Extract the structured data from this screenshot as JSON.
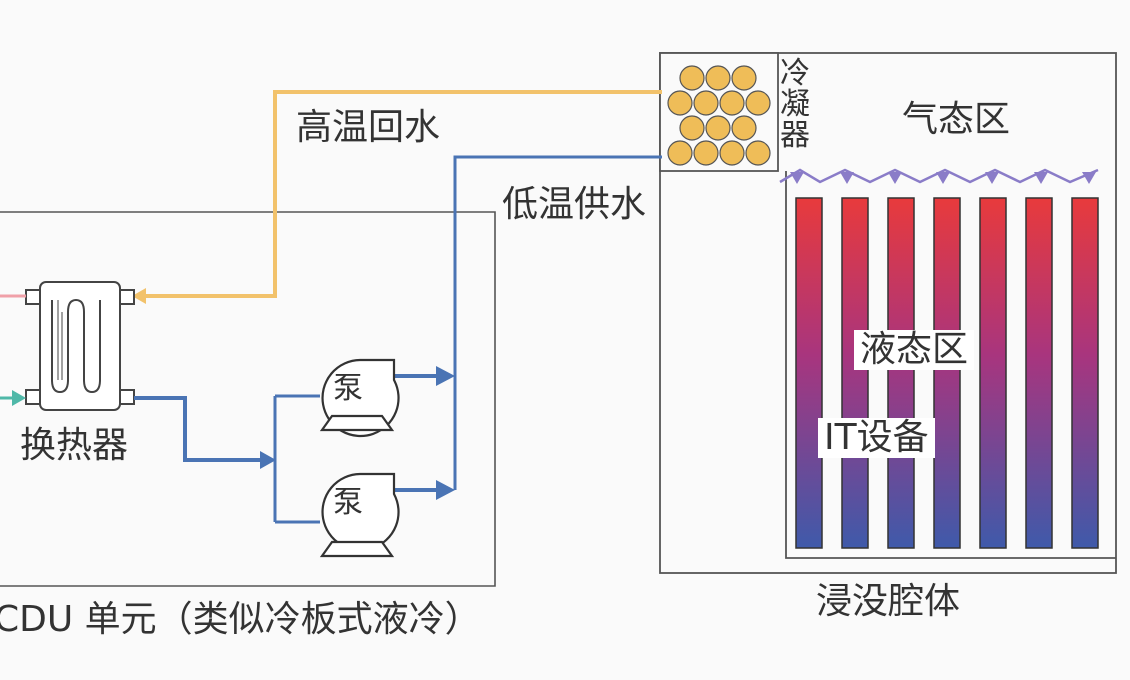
{
  "labels": {
    "high_temp_return": "高温回水",
    "low_temp_supply": "低温供水",
    "condenser": "冷凝器",
    "gas_zone": "气态区",
    "liquid_zone": "液态区",
    "it_equipment": "IT设备",
    "heat_exchanger": "换热器",
    "pump_1": "泵",
    "pump_2": "泵",
    "cdu_unit": "CDU 单元（类似冷板式液冷）",
    "immersion_chamber": "浸没腔体"
  },
  "colors": {
    "hot_line": "#f2c26b",
    "cold_line": "#4a74b4",
    "gas_line": "#8a7cc8",
    "condenser_tube": "#efbd58",
    "it_hot": "#e83a3c",
    "it_cold": "#3f5aaa",
    "box_stroke": "#555555",
    "pink_line": "#f0a0a8",
    "teal_line": "#4fb8a8"
  }
}
